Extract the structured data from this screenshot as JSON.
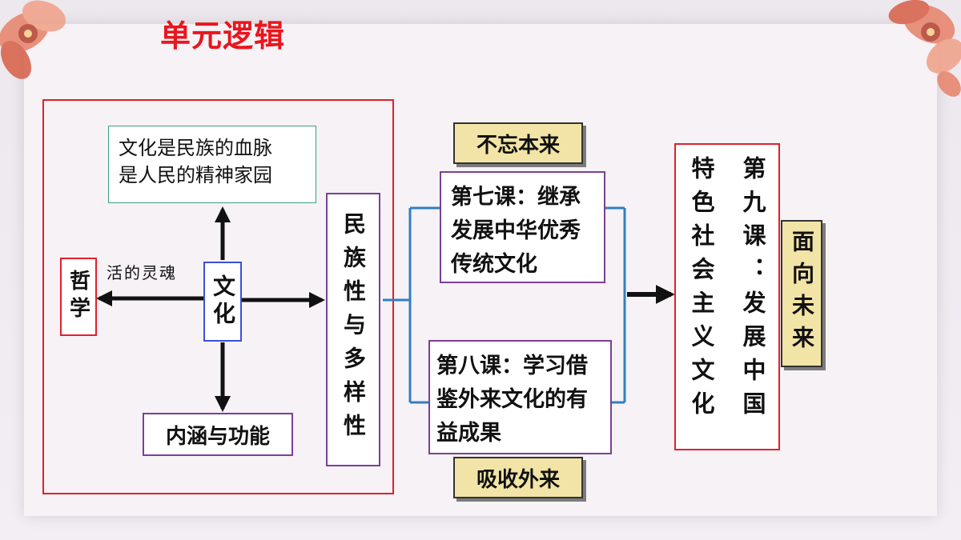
{
  "title": "单元逻辑",
  "culture_core": "文化",
  "culture_meaning": [
    "文化是民族的血脉",
    "是人民的精神家园"
  ],
  "soul_label": "活的灵魂",
  "philosophy": "哲学",
  "connotation": "内涵与功能",
  "national_diversity": "民族性与多样性",
  "tag_not_forget": "不忘本来",
  "lesson7": [
    "第七课：继承",
    "发展中华优秀",
    "传统文化"
  ],
  "lesson8": [
    "第八课：学习借",
    "鉴外来文化的有",
    "益成果"
  ],
  "tag_absorb": "吸收外来",
  "lesson9_title": "第九课：发展中国",
  "lesson9_sub": "特色社会主义文化",
  "tag_future": "面向未来",
  "colors": {
    "title_red": "#e8161d",
    "frame_red": "#e0202a",
    "blue": "#3b4fd8",
    "purple": "#7a3f98",
    "connector_blue": "#2f7fc4",
    "tag_fill": "#f2e4a6"
  }
}
